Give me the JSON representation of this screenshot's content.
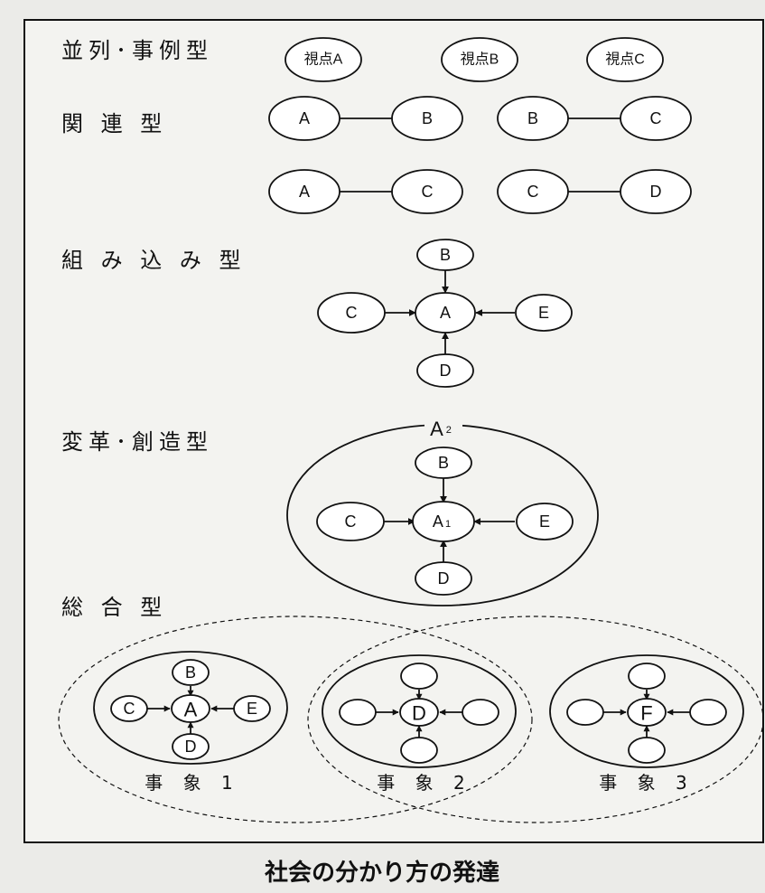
{
  "sections": {
    "parallel": {
      "title": "並列･事例型",
      "nodes": [
        "視点A",
        "視点B",
        "視点C"
      ]
    },
    "related": {
      "title": "関 連 型",
      "pairs": [
        [
          "A",
          "B"
        ],
        [
          "B",
          "C"
        ],
        [
          "A",
          "C"
        ],
        [
          "C",
          "D"
        ]
      ]
    },
    "embedded": {
      "title": "組 み 込 み 型",
      "center": "A",
      "top": "B",
      "left": "C",
      "right": "E",
      "bottom": "D"
    },
    "transform": {
      "title": "変革･創造型",
      "outer_main": "A",
      "outer_sub": "2",
      "center_main": "A",
      "center_sub": "1",
      "top": "B",
      "left": "C",
      "right": "E",
      "bottom": "D"
    },
    "synthesis": {
      "title": "総 合 型",
      "events": [
        {
          "center": "A",
          "top": "B",
          "left": "C",
          "right": "E",
          "bottom": "D",
          "label": "事 象 1"
        },
        {
          "center": "D",
          "top": "",
          "left": "",
          "right": "",
          "bottom": "",
          "label": "事 象 2"
        },
        {
          "center": "F",
          "top": "",
          "left": "",
          "right": "",
          "bottom": "",
          "label": "事 象 3"
        }
      ]
    }
  },
  "caption": "社会の分かり方の発達"
}
